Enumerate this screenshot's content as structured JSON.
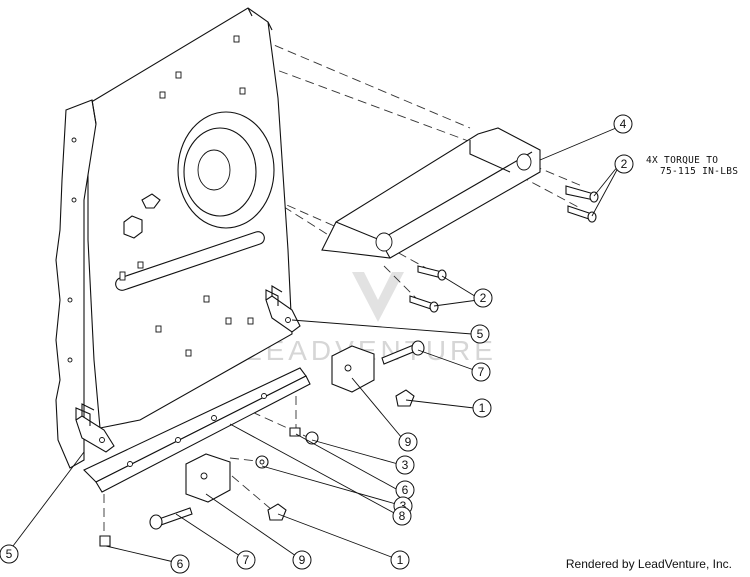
{
  "diagram": {
    "callouts": [
      "1",
      "2",
      "3",
      "4",
      "5",
      "6",
      "7",
      "8",
      "9"
    ],
    "note_line1": "4X TORQUE TO",
    "note_line2": "75-115 IN-LBS",
    "watermark_text": "LEADVENTURE",
    "footer_text": "Rendered by LeadVenture, Inc."
  }
}
